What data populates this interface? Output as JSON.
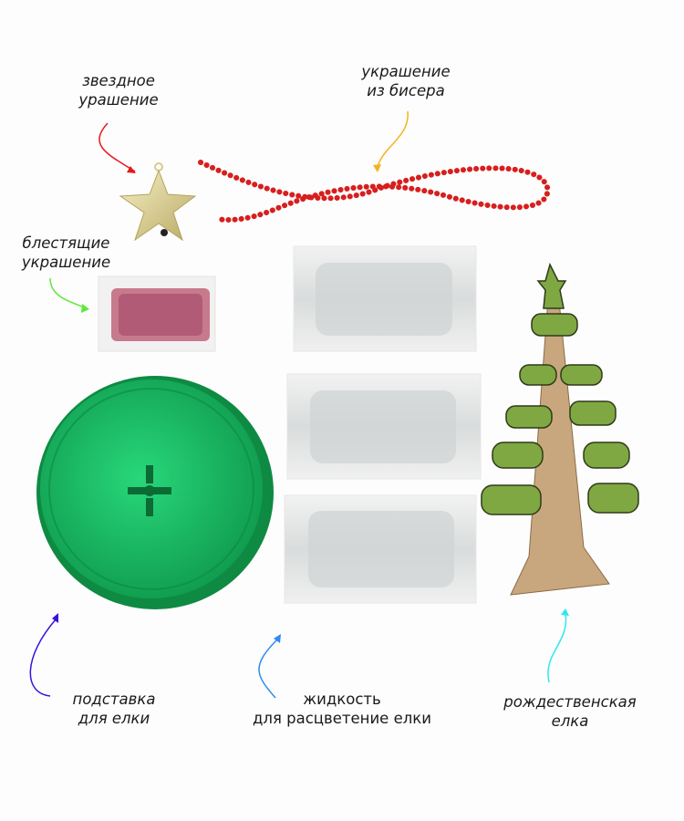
{
  "labels": {
    "star": [
      "звездное",
      "урашение"
    ],
    "beads": [
      "украшение",
      "из бисера"
    ],
    "glitter": [
      "блестящие",
      "украшение"
    ],
    "stand": [
      "подставка",
      "для елки"
    ],
    "liquid": [
      "жидкость",
      "для расцветение елки"
    ],
    "tree": [
      "рождественская",
      "елка"
    ]
  },
  "colors": {
    "arrow_star": "#e8161b",
    "arrow_beads": "#f5b21a",
    "arrow_glitter": "#5fe83a",
    "arrow_stand": "#3a10e0",
    "arrow_liquid": "#2d8cf0",
    "arrow_tree": "#2ee6f0",
    "tray": "#14a656",
    "beads": "#d81e1e",
    "tree_green": "#7fa842",
    "cardboard": "#c9a77e"
  }
}
